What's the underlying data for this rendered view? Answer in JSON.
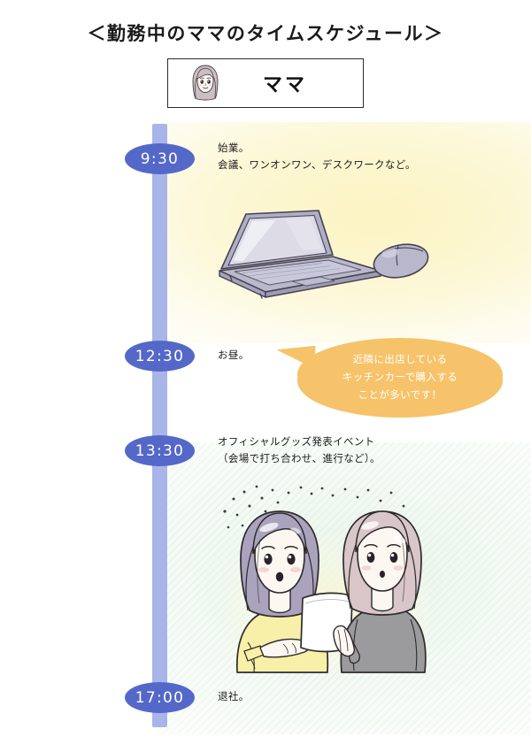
{
  "title": "＜勤務中のママのタイムスケジュール＞",
  "header": {
    "avatar_name": "mama-avatar",
    "label": "ママ"
  },
  "colors": {
    "timeline_bar": "#a9b5e8",
    "time_badge": "#5468c9",
    "time_badge_text": "#ffffff",
    "speech_bubble": "#f6c36a",
    "band_yellow": "#fbf3bf",
    "band_green": "#cde5d2",
    "title_text": "#1a1a1a"
  },
  "timeline": {
    "entries": [
      {
        "time": "9:30",
        "text": "始業。\n会議、ワンオンワン、デスクワークなど。",
        "illustration": "laptop-and-mouse"
      },
      {
        "time": "12:30",
        "text": "お昼。",
        "bubble": "近隣に出店している\nキッチンカーで購入する\nことが多いです！"
      },
      {
        "time": "13:30",
        "text": "オフィシャルグッズ発表イベント\n（会場で打ち合わせ、進行など）。",
        "illustration": "two-women-discussing-document"
      },
      {
        "time": "17:00",
        "text": "退社。"
      }
    ]
  }
}
